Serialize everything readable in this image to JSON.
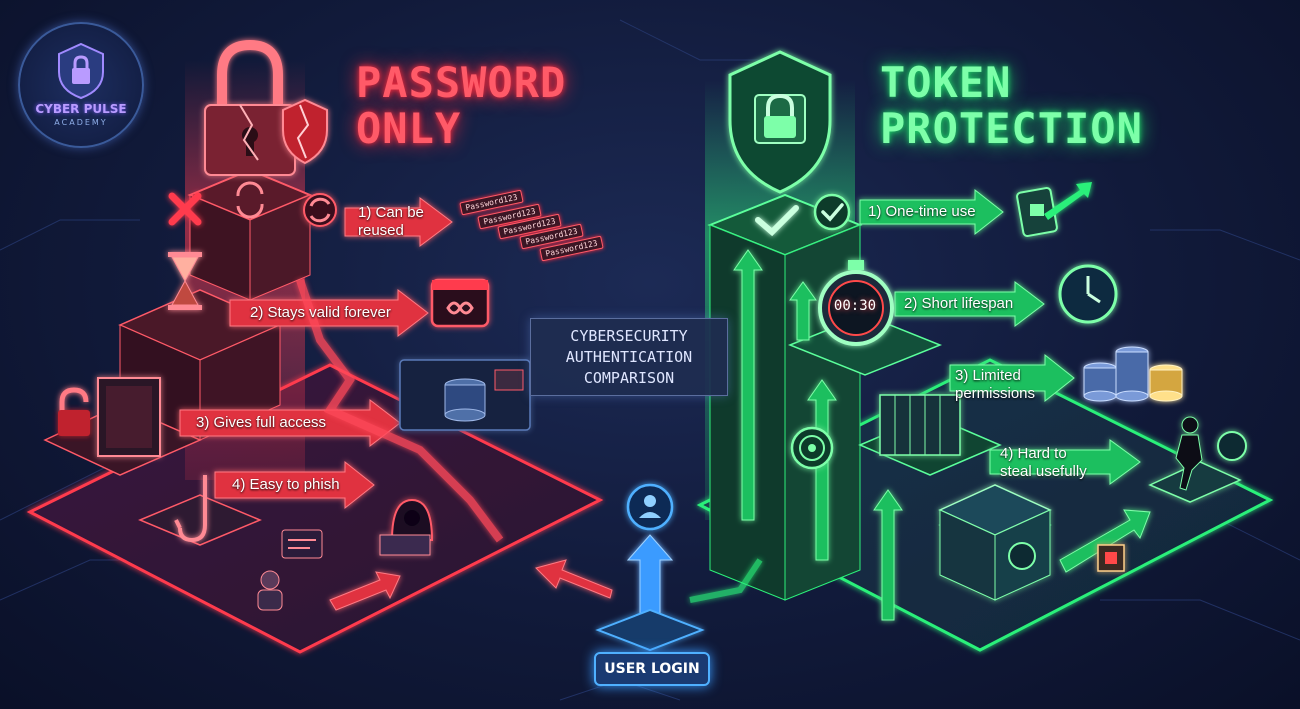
{
  "logo": {
    "name": "CYBER PULSE",
    "subtitle": "ACADEMY"
  },
  "left_panel": {
    "title_line1": "PASSWORD",
    "title_line2": "ONLY",
    "items": [
      {
        "label_line1": "1) Can be",
        "label_line2": "reused"
      },
      {
        "label_line1": "2) Stays valid forever",
        "label_line2": ""
      },
      {
        "label_line1": "3) Gives full access",
        "label_line2": ""
      },
      {
        "label_line1": "4) Easy to phish",
        "label_line2": ""
      }
    ],
    "password_chips": [
      "Password123",
      "Password123",
      "Password123",
      "Password123",
      "Password123"
    ]
  },
  "center": {
    "line1": "CYBERSECURITY",
    "line2": "AUTHENTICATION",
    "line3": "COMPARISON",
    "login_label": "USER LOGIN"
  },
  "right_panel": {
    "title_line1": "TOKEN",
    "title_line2": "PROTECTION",
    "items": [
      {
        "label_line1": "1) One-time use",
        "label_line2": ""
      },
      {
        "label_line1": "2) Short lifespan",
        "label_line2": ""
      },
      {
        "label_line1": "3) Limited",
        "label_line2": "permissions"
      },
      {
        "label_line1": "4) Hard to",
        "label_line2": "steal usefully"
      }
    ],
    "timer_text": "00:30"
  },
  "colors": {
    "danger": "#ff3b4e",
    "safe": "#2cf07a",
    "neutral": "#4fb0ff",
    "background": "#111a3a"
  },
  "icons": {
    "left": [
      "padlock-broken-icon",
      "shield-broken-icon",
      "cross-icon",
      "reuse-cycle-icon",
      "hourglass-icon",
      "calendar-infinity-icon",
      "open-vault-icon",
      "fishhook-icon",
      "hacker-icon",
      "database-icon"
    ],
    "right": [
      "shield-lock-icon",
      "check-icon",
      "stopwatch-icon",
      "clock-icon",
      "database-stack-icon",
      "target-icon",
      "thief-icon",
      "vault-icon",
      "user-icon"
    ]
  }
}
